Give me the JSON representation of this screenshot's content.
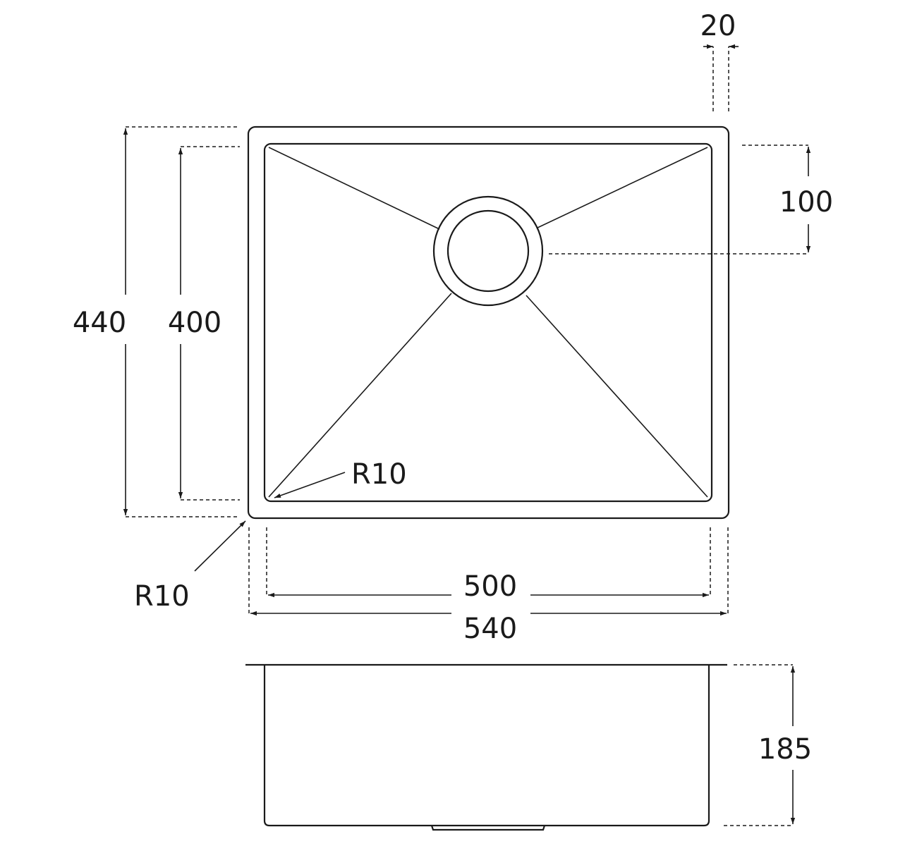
{
  "dimensions": {
    "top_rim_width": "20",
    "drain_offset": "100",
    "outer_depth": "440",
    "inner_depth": "400",
    "inner_corner_radius": "R10",
    "outer_corner_radius": "R10",
    "inner_width": "500",
    "outer_width": "540",
    "bowl_height": "185"
  }
}
